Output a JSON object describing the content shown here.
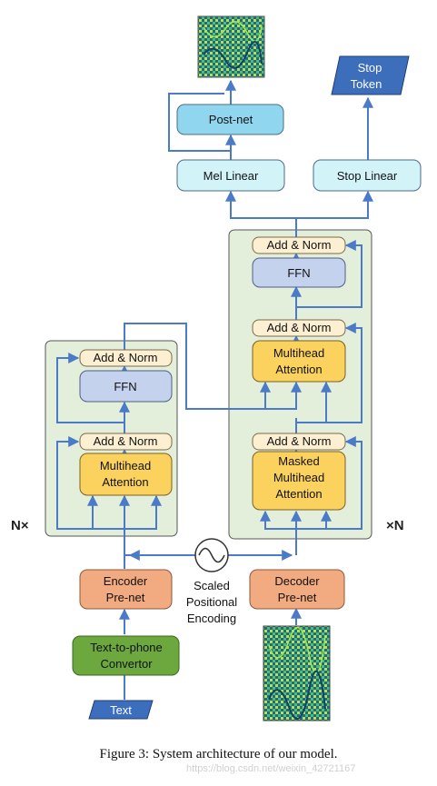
{
  "outputs": {
    "stop_token": [
      "Stop",
      "Token"
    ]
  },
  "postnet": "Post-net",
  "mel_linear": "Mel Linear",
  "stop_linear": "Stop Linear",
  "decoder": {
    "add_norm_1": "Add & Norm",
    "ffn": "FFN",
    "add_norm_2": "Add & Norm",
    "mh_attention": [
      "Multihead",
      "Attention"
    ],
    "add_norm_3": "Add & Norm",
    "masked_attention": [
      "Masked",
      "Multihead",
      "Attention"
    ],
    "repeat": "×N"
  },
  "encoder": {
    "add_norm_1": "Add & Norm",
    "ffn": "FFN",
    "add_norm_2": "Add & Norm",
    "mh_attention": [
      "Multihead",
      "Attention"
    ],
    "repeat": "N×"
  },
  "encoder_prenet": [
    "Encoder",
    "Pre-net"
  ],
  "decoder_prenet": [
    "Decoder",
    "Pre-net"
  ],
  "positional": [
    "Scaled",
    "Positional",
    "Encoding"
  ],
  "text_to_phone": [
    "Text-to-phone",
    "Convertor"
  ],
  "text_input": "Text",
  "caption": "Figure 3: System architecture of our model.",
  "watermark": "https://blog.csdn.net/weixin_42721167",
  "colors": {
    "arrow": "#4a7ac8",
    "stack_bg": "#e3eedb",
    "add_norm": "#fdf0d2",
    "ffn": "#c5d2ee",
    "attention": "#fbd25e",
    "prenet": "#f2aa80",
    "linear": "#d2f3f8",
    "postnet": "#8fd6ee",
    "converter": "#6da83e",
    "text": "#3c6ebd"
  }
}
